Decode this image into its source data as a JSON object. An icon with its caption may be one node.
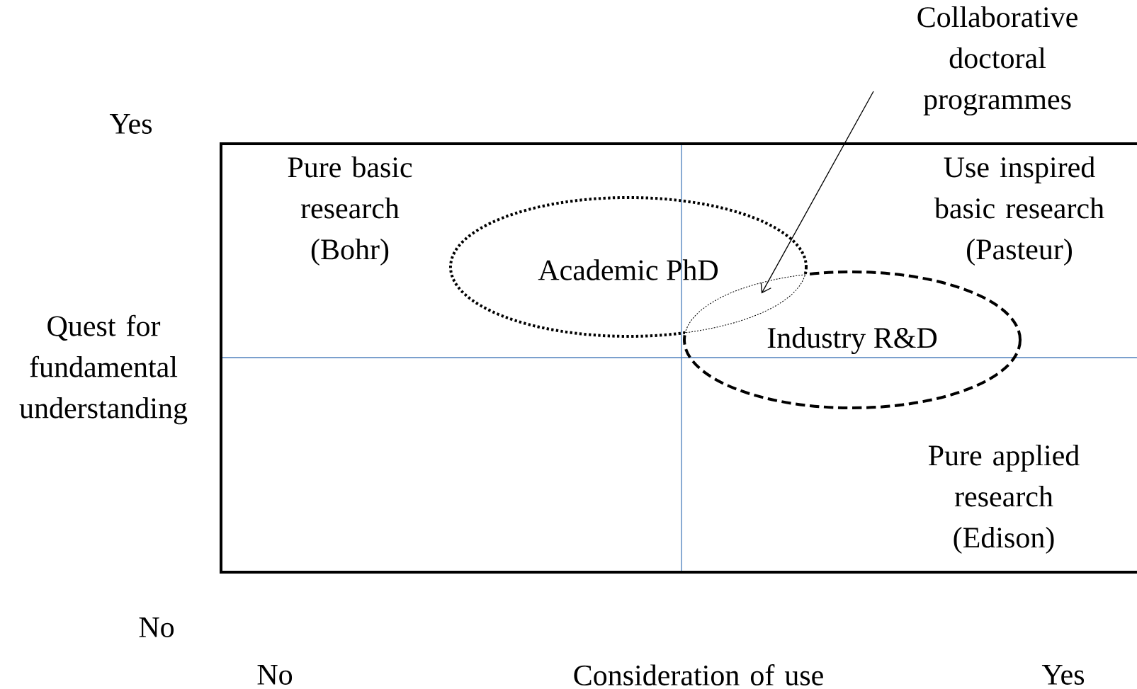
{
  "diagram": {
    "nodes": [
      {
        "text": [
          "Pure basic research (Bohr)"
        ]
      },
      {
        "text": [
          "Use inspired basic research (Pasteur)"
        ]
      },
      {
        "text": [
          "Pure applied research (Edison)"
        ]
      },
      {
        "text": [
          "Academic PhD"
        ]
      },
      {
        "text": [
          "Industry R&D"
        ]
      },
      {
        "text": [],
        "shape": "lens"
      },
      {
        "text": [
          "Collaborative doctoral programmes"
        ]
      }
    ],
    "edges": [
      {
        "from": 6,
        "to": 5,
        "arrow": "to"
      }
    ],
    "labels": [
      "Yes",
      "Quest for fundamental understanding",
      "No",
      "No",
      "Consideration of use",
      "Yes"
    ]
  }
}
